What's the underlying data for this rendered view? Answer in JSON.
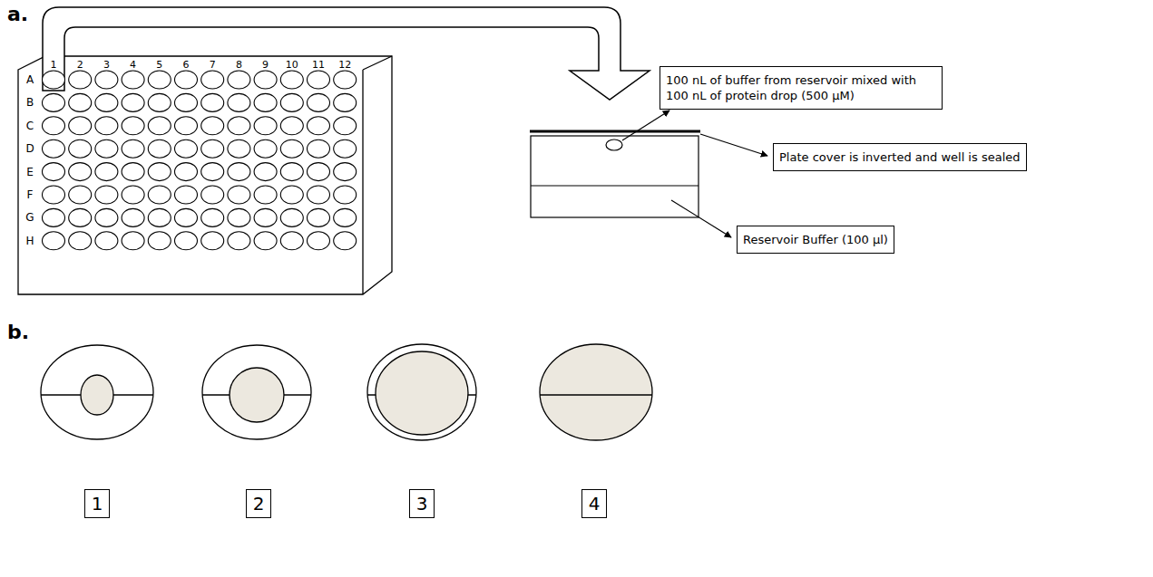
{
  "diagram": {
    "nodes": [
      {
        "text": [
          "100 nL of buffer from reservoir mixed with 100 nL of protein drop (500 µM)"
        ]
      },
      {
        "text": [
          "Plate cover is inverted and well is sealed"
        ]
      },
      {
        "text": [
          "Reservoir Buffer (100 µl)"
        ]
      },
      {
        "text": [
          "1"
        ]
      },
      {
        "text": [
          "2"
        ]
      },
      {
        "text": [
          "3"
        ]
      },
      {
        "text": [
          "4"
        ]
      }
    ],
    "labels": [
      "a.",
      "1",
      "2",
      "3",
      "4",
      "5",
      "6",
      "7",
      "8",
      "9",
      "10",
      "11",
      "12",
      "A",
      "B",
      "C",
      "D",
      "E",
      "F",
      "G",
      "H",
      "b."
    ]
  }
}
